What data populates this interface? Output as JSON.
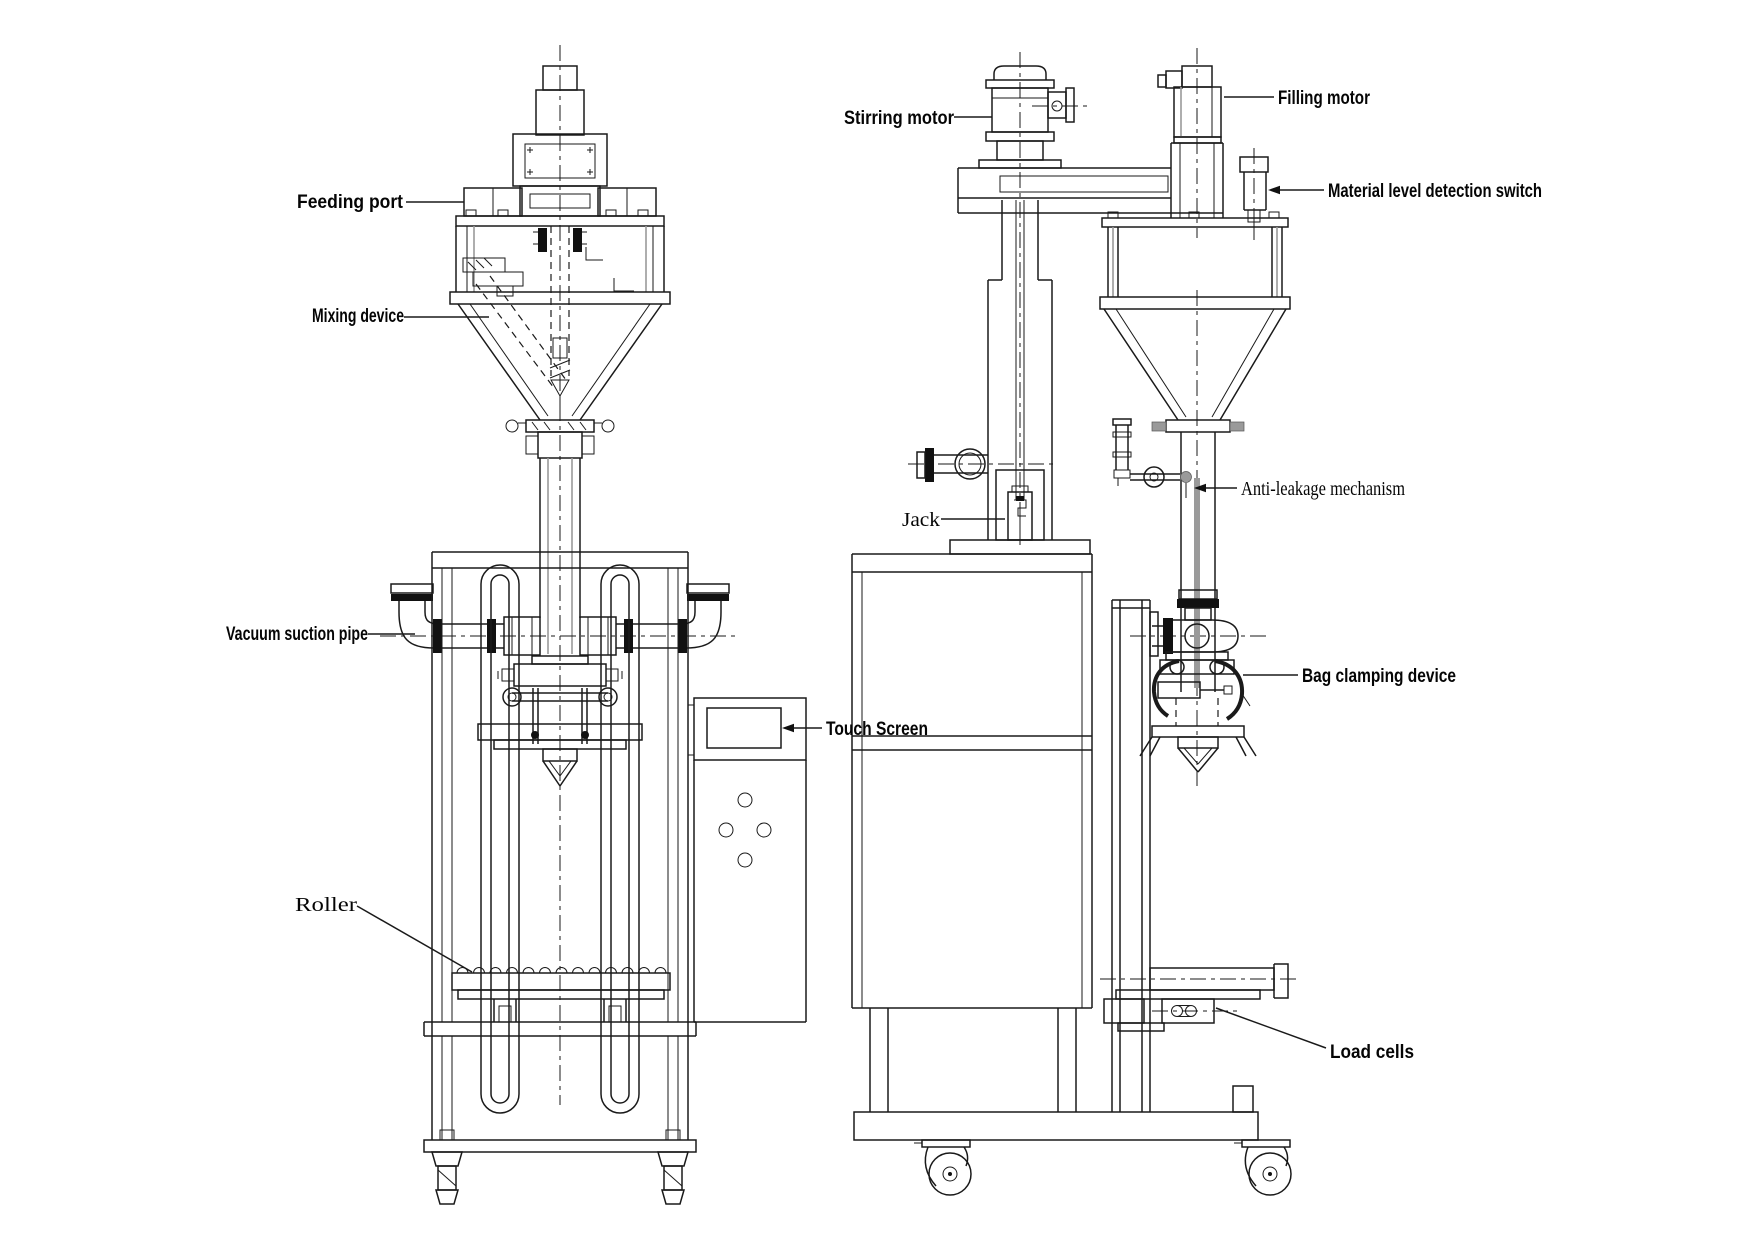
{
  "drawing": {
    "background_color": "#ffffff",
    "line_color": "#1a1a1a",
    "accent_grey": "#9a9a9a"
  },
  "labels": {
    "feeding_port": "Feeding port",
    "mixing_device": "Mixing device",
    "vacuum_suction_pipe": "Vacuum suction pipe",
    "touch_screen": "Touch Screen",
    "roller": "Roller",
    "stirring_motor": "Stirring motor",
    "filling_motor": "Filling motor",
    "material_level_detection_switch": "Material level detection switch",
    "anti_leakage_mechanism": "Anti-leakage mechanism",
    "jack": "Jack",
    "bag_clamping_device": "Bag clamping device",
    "load_cells": "Load cells"
  }
}
